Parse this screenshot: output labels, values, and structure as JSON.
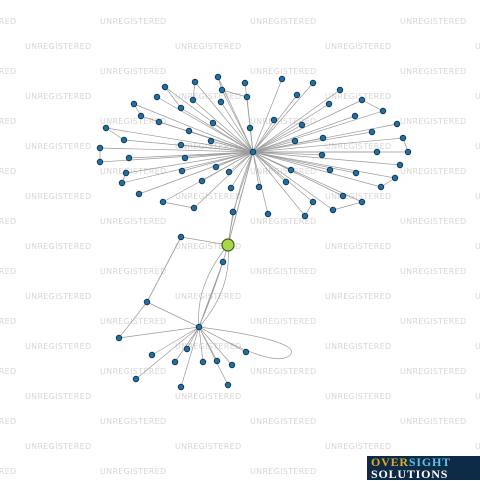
{
  "watermark": {
    "text": "UNREGISTERED"
  },
  "logo": {
    "word1": "OVER",
    "word2": "SIGHT",
    "word3": "SOLUTIONS"
  },
  "colors": {
    "edge": "#9a9a9a",
    "node": "#1f6fa3",
    "focus_node": "#a8d84a",
    "logo_bg": "#0d2a47"
  }
}
